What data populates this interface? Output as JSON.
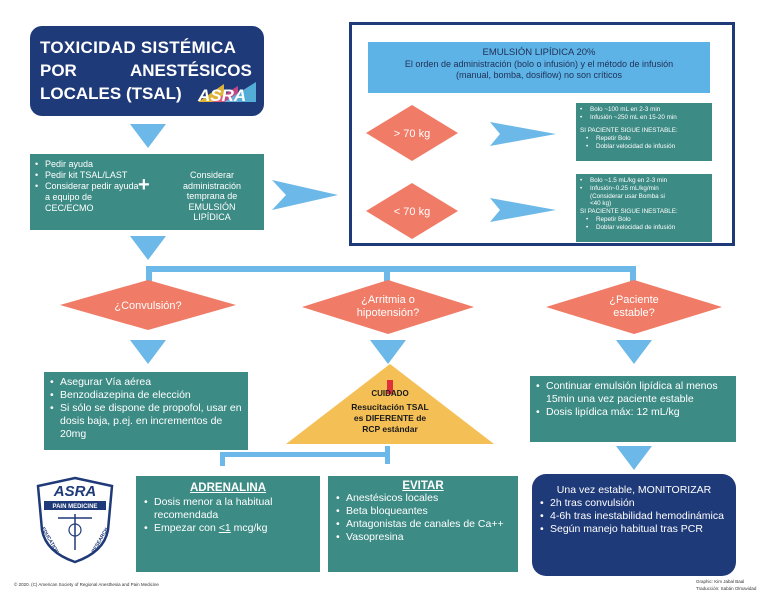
{
  "colors": {
    "navy": "#1f3a78",
    "teal": "#3d8b85",
    "salmon": "#f07b66",
    "light_blue": "#5db3e6",
    "arrow_blue": "#6cb8e8",
    "caution_yellow": "#f4c056",
    "caution_red": "#e0303a"
  },
  "title": {
    "line1": "TOXICIDAD SISTÉMICA",
    "line2a": "POR",
    "line2b": "ANESTÉSICOS",
    "line3": "LOCALES (TSAL)",
    "logo_text": "ASRA"
  },
  "initial_steps": {
    "items": [
      "Pedir ayuda",
      "Pedir kit TSAL/LAST",
      "Considerar pedir ayuda a equipo de CEC/ECMO"
    ],
    "plus": "+",
    "consider": [
      "Considerar",
      "administración",
      "temprana de",
      "EMULSIÓN",
      "LIPÍDICA"
    ]
  },
  "lipid": {
    "header_title": "EMULSIÓN LIPÍDICA 20%",
    "header_body": [
      "El orden de administración (bolo o infusión) y el método de infusión",
      "(manual, bomba, dosiflow) no son críticos"
    ],
    "over70_label": "> 70 kg",
    "over70_box": {
      "items": [
        "Bolo ~100 mL en 2-3 min",
        "Infusión ~250 mL en 15-20 min"
      ],
      "unstable": "SI PACIENTE SIGUE INESTABLE:",
      "sub": [
        "Repetir Bolo",
        "Doblar velocidad de infusión"
      ]
    },
    "under70_label": "< 70 kg",
    "under70_box": {
      "items": [
        "Bolo ~1.5 mL/kg en 2-3 min",
        "Infusión~0.25 mL/kg/min",
        "(Considerar usar Bomba si",
        "<40 kg)"
      ],
      "unstable": "SI PACIENTE SIGUE INESTABLE:",
      "sub": [
        "Repetir Bolo",
        "Doblar velocidad de infusión"
      ]
    }
  },
  "decisions": {
    "convulsion": "¿Convulsión?",
    "arrhythmia_line1": "¿Arritmia o",
    "arrhythmia_line2": "hipotensión?",
    "stable_line1": "¿Paciente",
    "stable_line2": "estable?"
  },
  "seizure_box": {
    "items": [
      "Asegurar Vía aérea",
      "Benzodiazepina de elección",
      "Si sólo se dispone de propofol, usar en dosis baja, p.ej. en incrementos de 20mg"
    ]
  },
  "caution": {
    "line1": "CUIDADO",
    "line2": "Resucitación TSAL",
    "line3": "es DIFERENTE de",
    "line4": "RCP estándar"
  },
  "continue_box": {
    "items": [
      "Continuar emulsión lipídica al menos 15min una vez paciente estable",
      "Dosis lipídica máx: 12 mL/kg"
    ]
  },
  "adrenaline": {
    "title": "ADRENALINA",
    "item1": "Dosis menor a la habitual recomendada",
    "item2_pre": "Empezar con ",
    "item2_u": "<1",
    "item2_post": " mcg/kg"
  },
  "avoid": {
    "title": "EVITAR",
    "items": [
      "Anestésicos locales",
      "Beta bloqueantes",
      "Antagonistas de canales de Ca++",
      "Vasopresina"
    ]
  },
  "monitor": {
    "title": "Una vez estable, MONITORIZAR",
    "items": [
      "2h tras convulsión",
      "4-6h tras inestabilidad hemodinámica",
      "Según manejo habitual tras PCR"
    ]
  },
  "seal": {
    "top": "ASRA",
    "banner": "PAIN MEDICINE",
    "left": "EDUCATION",
    "right": "RESEARCH"
  },
  "footer": {
    "copyright": "© 2020. (C) American Society of Regional Anesthesia and Pain Medicine",
    "graphic": "Graphic: Kim Jabal Baal",
    "translation": "Traducción: Sabán Olmavidad"
  }
}
